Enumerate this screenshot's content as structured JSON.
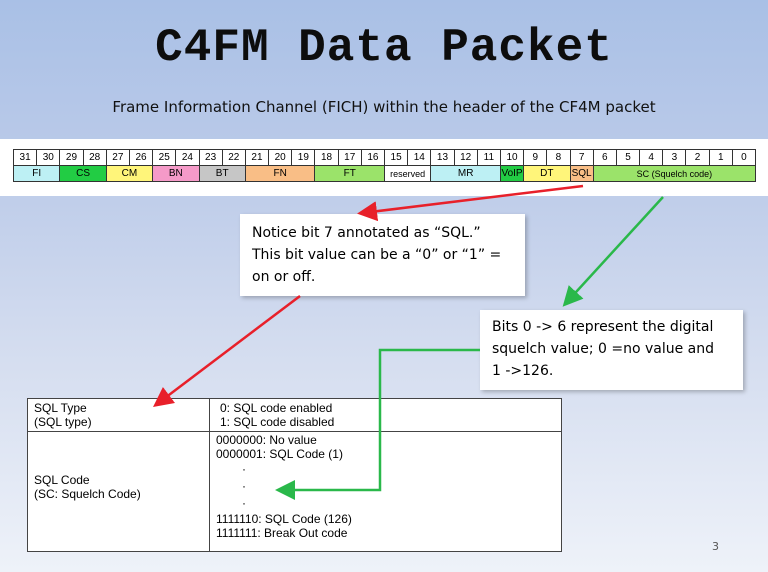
{
  "title": "C4FM Data Packet",
  "subtitle": "Frame Information Channel (FICH) within the header of the CF4M packet",
  "bit_numbers": [
    "31",
    "30",
    "29",
    "28",
    "27",
    "26",
    "25",
    "24",
    "23",
    "22",
    "21",
    "20",
    "19",
    "18",
    "17",
    "16",
    "15",
    "14",
    "13",
    "12",
    "11",
    "10",
    "9",
    "8",
    "7",
    "6",
    "5",
    "4",
    "3",
    "2",
    "1",
    "0"
  ],
  "fields": [
    {
      "label": "FI",
      "span": 2,
      "color": "#bdf0f4"
    },
    {
      "label": "CS",
      "span": 2,
      "color": "#22cc44"
    },
    {
      "label": "CM",
      "span": 2,
      "color": "#fff57a"
    },
    {
      "label": "BN",
      "span": 2,
      "color": "#f59ac8"
    },
    {
      "label": "BT",
      "span": 2,
      "color": "#c6c6c6"
    },
    {
      "label": "FN",
      "span": 3,
      "color": "#f9be86"
    },
    {
      "label": "FT",
      "span": 3,
      "color": "#9be36a"
    },
    {
      "label": "reserved",
      "span": 2,
      "color": "#ffffff"
    },
    {
      "label": "MR",
      "span": 3,
      "color": "#bdf0f4"
    },
    {
      "label": "VoIP",
      "span": 1,
      "color": "#22cc44"
    },
    {
      "label": "DT",
      "span": 2,
      "color": "#fff57a"
    },
    {
      "label": "SQL",
      "span": 1,
      "color": "#f9be86"
    },
    {
      "label": "SC (Squelch code)",
      "span": 7,
      "color": "#9be36a"
    }
  ],
  "note1": {
    "line1": "Notice bit 7 annotated as “SQL.”",
    "line2": "This bit value can be a “0” or “1” =",
    "line3": "on or off."
  },
  "note2": {
    "line1": "Bits 0 -> 6 represent the digital",
    "line2": "squelch value; 0 =no value and",
    "line3": "1 ->126."
  },
  "sql_table": {
    "type_label_1": "SQL Type",
    "type_label_2": "(SQL type)",
    "type_value_1": "0: SQL code enabled",
    "type_value_2": "1: SQL code disabled",
    "code_label_1": "SQL Code",
    "code_label_2": "(SC: Squelch Code)",
    "code_value_1": "0000000: No value",
    "code_value_2": "0000001: SQL Code (1)",
    "dot": "·",
    "code_value_3": "1111110: SQL Code (126)",
    "code_value_4": "1111111: Break Out code"
  },
  "page_number": "3",
  "colors": {
    "red_arrow": "#e8202a",
    "green_arrow": "#2ab84a"
  }
}
